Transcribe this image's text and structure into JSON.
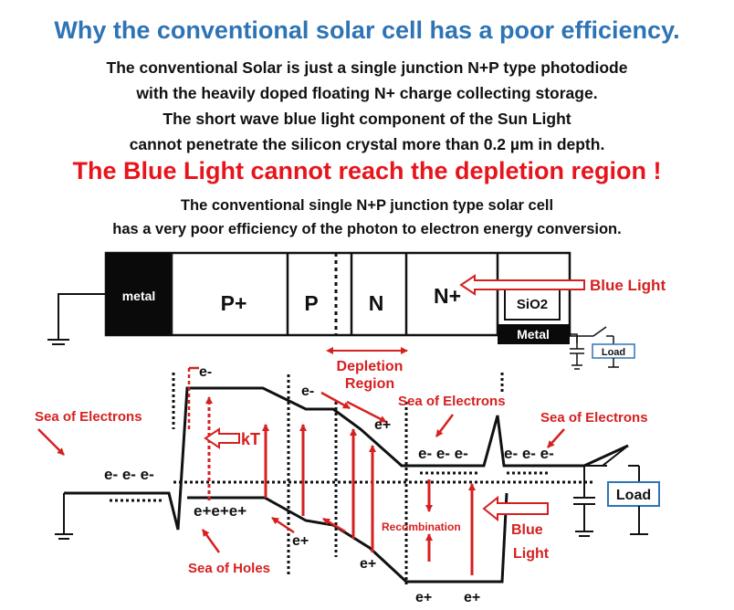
{
  "title": "Why the conventional solar cell has a poor efficiency.",
  "intro_lines": [
    "The conventional Solar is just a single junction  N+P type photodiode",
    "with the heavily doped floating N+ charge collecting storage.",
    "The short wave blue light component of the Sun Light",
    "cannot penetrate the silicon crystal more than 0.2 µm in depth."
  ],
  "warning": "The Blue Light cannot reach the depletion region !",
  "conclusion_lines": [
    "The conventional single N+P junction type solar cell",
    "has a very poor efficiency of the photon to electron energy conversion."
  ],
  "cell": {
    "metal_left": "metal",
    "p_plus": "P+",
    "p": "P",
    "n": "N",
    "n_plus": "N+",
    "sio2": "SiO2",
    "metal_right": "Metal",
    "blue_light": "Blue Light",
    "load": "Load",
    "depletion": "Depletion",
    "region": "Region"
  },
  "band": {
    "e_top": "e-",
    "kT": "kT",
    "e_slope": "e-",
    "e_plus_mid": "e+",
    "sea_electrons_left": "Sea of Electrons",
    "sea_electrons_mid": "Sea of Electrons",
    "sea_electrons_right": "Sea of Electrons",
    "electrons_left": "e- e- e-",
    "electrons_n": "e- e- e-",
    "electrons_right": "e- e- e-",
    "holes_row": "e+e+e+",
    "hole1": "e+",
    "hole2": "e+",
    "hole3": "e+",
    "hole4": "e+",
    "recombination": "Recombination",
    "blue": "Blue",
    "light": "Light",
    "sea_holes": "Sea of Holes",
    "load": "Load"
  },
  "colors": {
    "title": "#2e74b5",
    "warning": "#e8141c",
    "annotation": "#d62020",
    "text": "#111111"
  }
}
